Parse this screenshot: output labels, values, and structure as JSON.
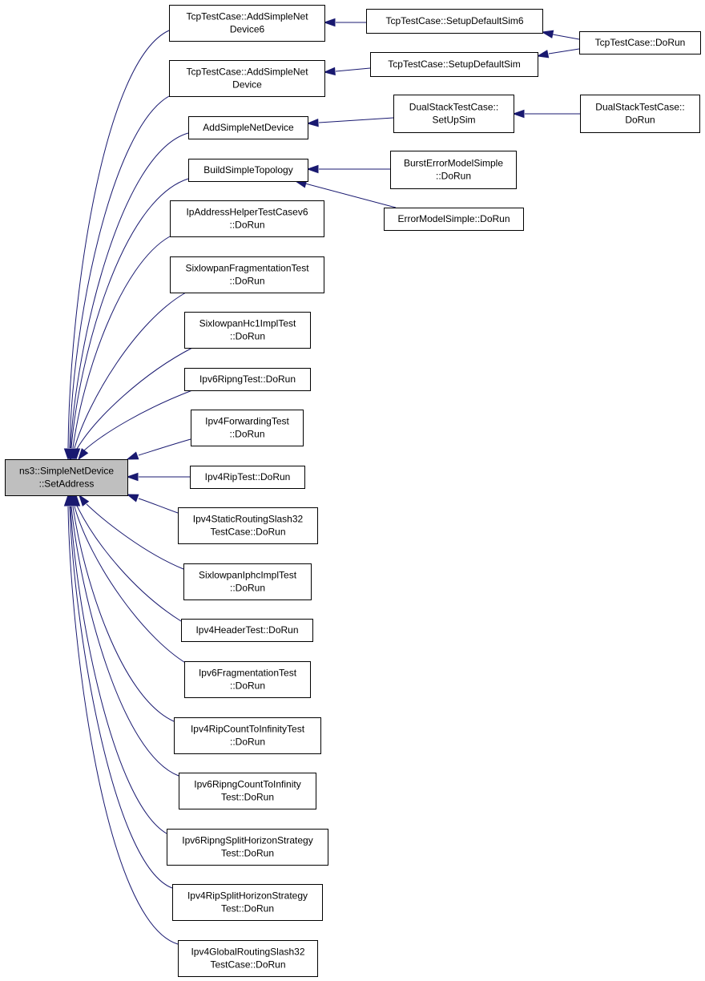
{
  "graph": {
    "colors": {
      "edge": "#191970",
      "root_fill": "#bfbfbf",
      "node_fill": "#ffffff",
      "node_border": "#000000"
    },
    "nodes": {
      "root": [
        "ns3::SimpleNetDevice",
        "::SetAddress"
      ],
      "addSimpleNetDevice6": [
        "TcpTestCase::AddSimpleNet",
        "Device6"
      ],
      "addSimpleNetDeviceTcp": [
        "TcpTestCase::AddSimpleNet",
        "Device"
      ],
      "addSimpleNetDevice": [
        "AddSimpleNetDevice"
      ],
      "buildSimpleTopology": [
        "BuildSimpleTopology"
      ],
      "ipAddressHelperTestCasev6": [
        "IpAddressHelperTestCasev6",
        "::DoRun"
      ],
      "sixlowpanFragmentationTest": [
        "SixlowpanFragmentationTest",
        "::DoRun"
      ],
      "sixlowpanHc1ImplTest": [
        "SixlowpanHc1ImplTest",
        "::DoRun"
      ],
      "ipv6RipngTest": [
        "Ipv6RipngTest::DoRun"
      ],
      "ipv4ForwardingTest": [
        "Ipv4ForwardingTest",
        "::DoRun"
      ],
      "ipv4RipTest": [
        "Ipv4RipTest::DoRun"
      ],
      "ipv4StaticRoutingSlash32": [
        "Ipv4StaticRoutingSlash32",
        "TestCase::DoRun"
      ],
      "sixlowpanIphcImplTest": [
        "SixlowpanIphcImplTest",
        "::DoRun"
      ],
      "ipv4HeaderTest": [
        "Ipv4HeaderTest::DoRun"
      ],
      "ipv6FragmentationTest": [
        "Ipv6FragmentationTest",
        "::DoRun"
      ],
      "ipv4RipCountToInfinity": [
        "Ipv4RipCountToInfinityTest",
        "::DoRun"
      ],
      "ipv6RipngCountToInfinity": [
        "Ipv6RipngCountToInfinity",
        "Test::DoRun"
      ],
      "ipv6RipngSplitHorizon": [
        "Ipv6RipngSplitHorizonStrategy",
        "Test::DoRun"
      ],
      "ipv4RipSplitHorizon": [
        "Ipv4RipSplitHorizonStrategy",
        "Test::DoRun"
      ],
      "ipv4GlobalRoutingSlash32": [
        "Ipv4GlobalRoutingSlash32",
        "TestCase::DoRun"
      ],
      "setupDefaultSim6": [
        "TcpTestCase::SetupDefaultSim6"
      ],
      "setupDefaultSim": [
        "TcpTestCase::SetupDefaultSim"
      ],
      "dualStackSetUpSim": [
        "DualStackTestCase::",
        "SetUpSim"
      ],
      "burstErrorModelSimple": [
        "BurstErrorModelSimple",
        "::DoRun"
      ],
      "errorModelSimple": [
        "ErrorModelSimple::DoRun"
      ],
      "tcpTestCaseDoRun": [
        "TcpTestCase::DoRun"
      ],
      "dualStackDoRun": [
        "DualStackTestCase::",
        "DoRun"
      ]
    },
    "edges": [
      [
        "addSimpleNetDevice6",
        "root"
      ],
      [
        "addSimpleNetDeviceTcp",
        "root"
      ],
      [
        "addSimpleNetDevice",
        "root"
      ],
      [
        "buildSimpleTopology",
        "root"
      ],
      [
        "ipAddressHelperTestCasev6",
        "root"
      ],
      [
        "sixlowpanFragmentationTest",
        "root"
      ],
      [
        "sixlowpanHc1ImplTest",
        "root"
      ],
      [
        "ipv6RipngTest",
        "root"
      ],
      [
        "ipv4ForwardingTest",
        "root"
      ],
      [
        "ipv4RipTest",
        "root"
      ],
      [
        "ipv4StaticRoutingSlash32",
        "root"
      ],
      [
        "sixlowpanIphcImplTest",
        "root"
      ],
      [
        "ipv4HeaderTest",
        "root"
      ],
      [
        "ipv6FragmentationTest",
        "root"
      ],
      [
        "ipv4RipCountToInfinity",
        "root"
      ],
      [
        "ipv6RipngCountToInfinity",
        "root"
      ],
      [
        "ipv6RipngSplitHorizon",
        "root"
      ],
      [
        "ipv4RipSplitHorizon",
        "root"
      ],
      [
        "ipv4GlobalRoutingSlash32",
        "root"
      ],
      [
        "setupDefaultSim6",
        "addSimpleNetDevice6"
      ],
      [
        "setupDefaultSim",
        "addSimpleNetDeviceTcp"
      ],
      [
        "dualStackSetUpSim",
        "addSimpleNetDevice"
      ],
      [
        "burstErrorModelSimple",
        "buildSimpleTopology"
      ],
      [
        "errorModelSimple",
        "buildSimpleTopology"
      ],
      [
        "tcpTestCaseDoRun",
        "setupDefaultSim6"
      ],
      [
        "tcpTestCaseDoRun",
        "setupDefaultSim"
      ],
      [
        "dualStackDoRun",
        "dualStackSetUpSim"
      ]
    ]
  }
}
